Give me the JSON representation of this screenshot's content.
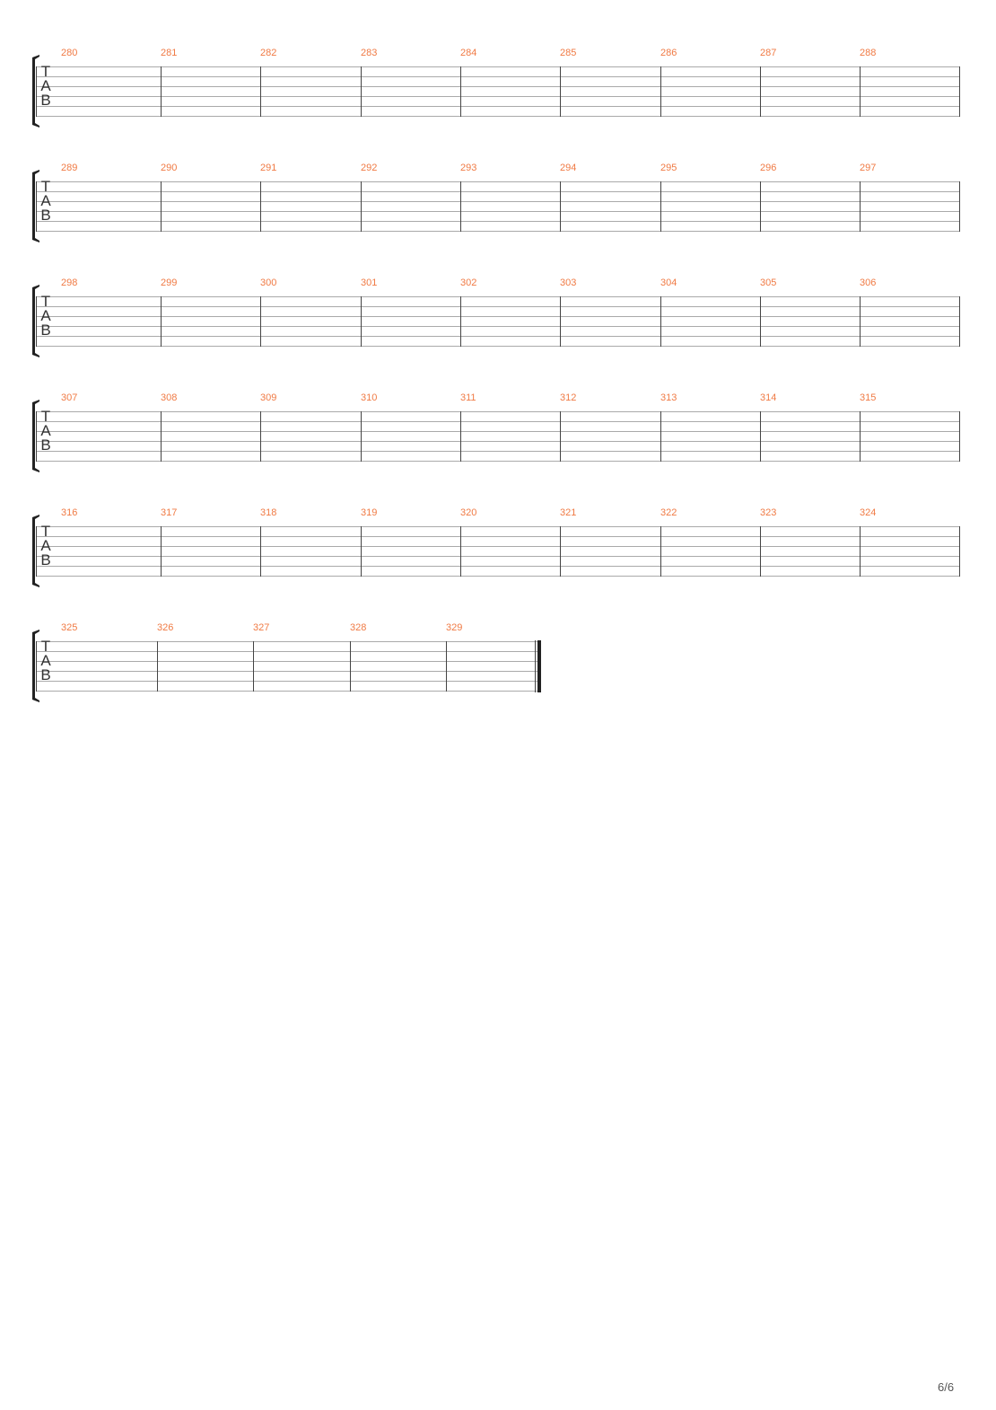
{
  "page": {
    "number": "6/6"
  },
  "colors": {
    "measure_number": "#f07a44",
    "staff_line": "#aaaaaa",
    "barline": "#444444",
    "clef": "#333333",
    "brace": "#222222"
  },
  "tab_clef": [
    "T",
    "A",
    "B"
  ],
  "systems": [
    {
      "measures": [
        "280",
        "281",
        "282",
        "283",
        "284",
        "285",
        "286",
        "287",
        "288"
      ]
    },
    {
      "measures": [
        "289",
        "290",
        "291",
        "292",
        "293",
        "294",
        "295",
        "296",
        "297"
      ]
    },
    {
      "measures": [
        "298",
        "299",
        "300",
        "301",
        "302",
        "303",
        "304",
        "305",
        "306"
      ]
    },
    {
      "measures": [
        "307",
        "308",
        "309",
        "310",
        "311",
        "312",
        "313",
        "314",
        "315"
      ]
    },
    {
      "measures": [
        "316",
        "317",
        "318",
        "319",
        "320",
        "321",
        "322",
        "323",
        "324"
      ]
    },
    {
      "measures": [
        "325",
        "326",
        "327",
        "328",
        "329"
      ],
      "final": true
    }
  ]
}
